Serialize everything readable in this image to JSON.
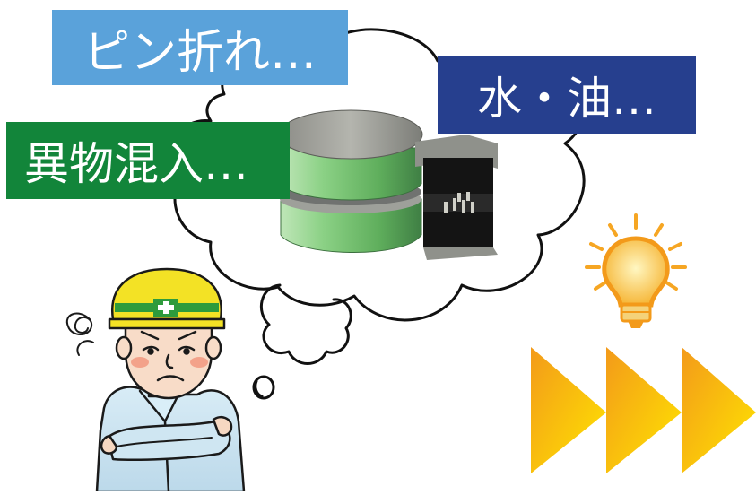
{
  "labels": {
    "pin_broken": "ピン折れ…",
    "water_oil": "水・油…",
    "foreign_matter": "異物混入…"
  },
  "colors": {
    "pin_box": "#5aa2da",
    "water_box": "#263f8e",
    "foreign_box": "#12853a",
    "arrow_gradient_start": "#f5a31c",
    "arrow_gradient_end": "#ffe100",
    "bulb_glow": "#f7a827",
    "helmet": "#f3e225",
    "helmet_cross": "#2e9b3c",
    "worker_shirt": "#cfe6f2"
  },
  "icons": {
    "bulb": "lightbulb-icon",
    "arrows": "fast-forward-arrows-icon",
    "thought": "thought-bubble-icon",
    "worker": "worried-worker-illustration",
    "part": "rubber-bearing-part-illustration"
  }
}
